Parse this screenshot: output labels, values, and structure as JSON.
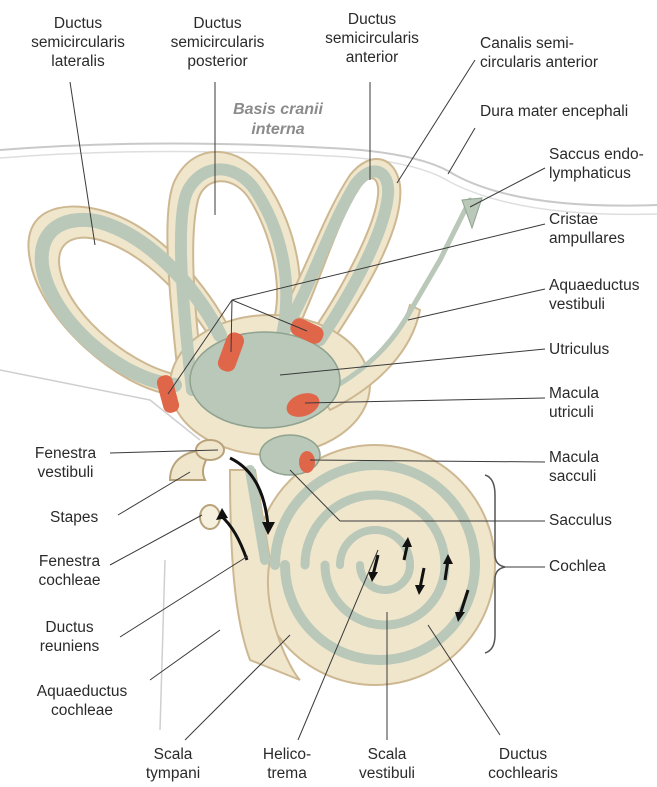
{
  "labels": {
    "ductus_semicircularis_lateralis": "Ductus\nsemicircularis\nlateralis",
    "ductus_semicircularis_posterior": "Ductus\nsemicircularis\nposterior",
    "ductus_semicircularis_anterior": "Ductus\nsemicircularis\nanterior",
    "canalis_semicircularis_anterior": "Canalis semi-\ncircularis anterior",
    "basis_cranii_interna": "Basis cranii\ninterna",
    "dura_mater_encephali": "Dura mater encephali",
    "saccus_endolymphaticus": "Saccus endo-\nlymphaticus",
    "cristae_ampullares": "Cristae\nampullares",
    "aquaeductus_vestibuli": "Aquaeductus\nvestibuli",
    "utriculus": "Utriculus",
    "macula_utriculi": "Macula\nutriculi",
    "fenestra_vestibuli": "Fenestra\nvestibuli",
    "macula_sacculi": "Macula\nsacculi",
    "stapes": "Stapes",
    "sacculus": "Sacculus",
    "fenestra_cochleae": "Fenestra\ncochleae",
    "cochlea": "Cochlea",
    "ductus_reuniens": "Ductus\nreuniens",
    "aquaeductus_cochleae": "Aquaeductus\ncochleae",
    "scala_tympani": "Scala\ntympani",
    "helicotrema": "Helico-\ntrema",
    "scala_vestibuli": "Scala\nvestibuli",
    "ductus_cochlearis": "Ductus\ncochlearis"
  },
  "colors": {
    "bone": "#f0e6cc",
    "bone_edge": "#cdb892",
    "membrane": "#b9c8b8",
    "membrane_edge": "#8fa38f",
    "sensory": "#e0664a",
    "leader": "#3a3a3a",
    "dura": "#c9c9c9"
  }
}
